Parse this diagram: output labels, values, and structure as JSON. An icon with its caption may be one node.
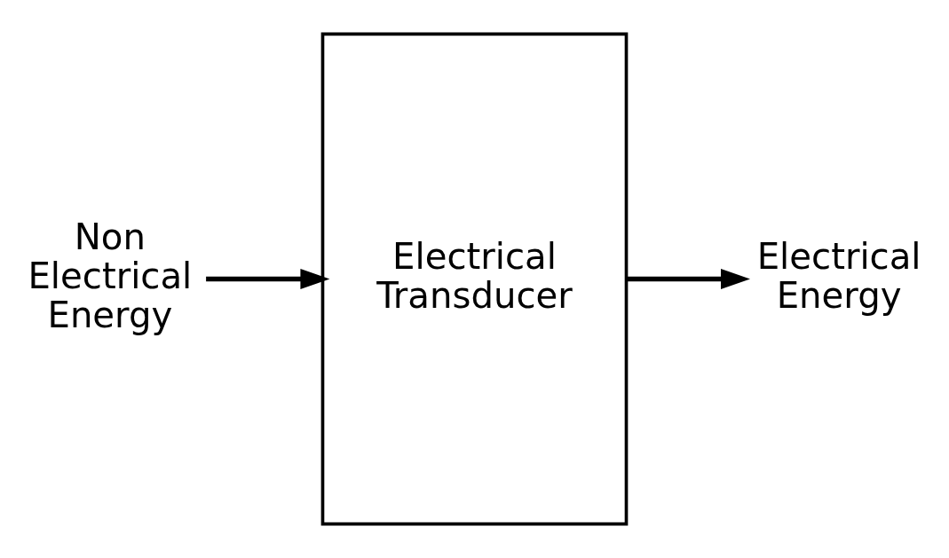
{
  "diagram": {
    "nodes": [
      {
        "text": [
          "Non Electrical Energy"
        ]
      },
      {
        "text": [
          "Electrical Transducer"
        ]
      },
      {
        "text": [
          "Electrical Energy"
        ]
      }
    ],
    "edges": [
      {
        "from": 0,
        "to": 1,
        "arrow": "to"
      },
      {
        "from": 1,
        "to": 2,
        "arrow": "to"
      }
    ]
  }
}
